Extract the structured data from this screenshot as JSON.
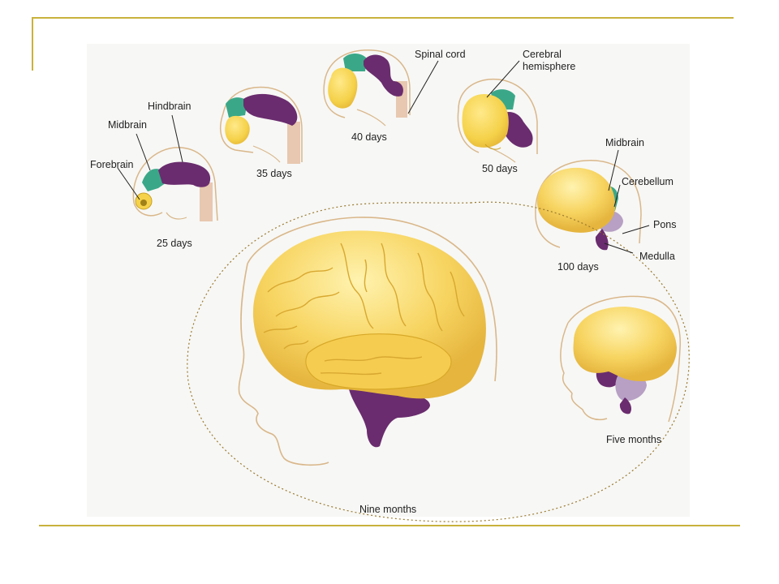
{
  "colors": {
    "forebrain_yellow": "#f5d24a",
    "midbrain_teal": "#3aa888",
    "hindbrain_purple": "#6a2c6e",
    "pons_lavender": "#b7a0c4",
    "skin_outline": "#d9b78a",
    "spinal_cord": "#e8c8b0",
    "accent_rule": "#c9b23c"
  },
  "stages": {
    "d25": "25 days",
    "d35": "35 days",
    "d40": "40 days",
    "d50": "50 days",
    "d100": "100 days",
    "m5": "Five months",
    "m9": "Nine months"
  },
  "labels": {
    "hindbrain": "Hindbrain",
    "midbrain_25": "Midbrain",
    "forebrain": "Forebrain",
    "spinal_cord": "Spinal cord",
    "cerebral_1": "Cerebral",
    "cerebral_2": "hemisphere",
    "midbrain_100": "Midbrain",
    "cerebellum": "Cerebellum",
    "pons": "Pons",
    "medulla": "Medulla"
  }
}
